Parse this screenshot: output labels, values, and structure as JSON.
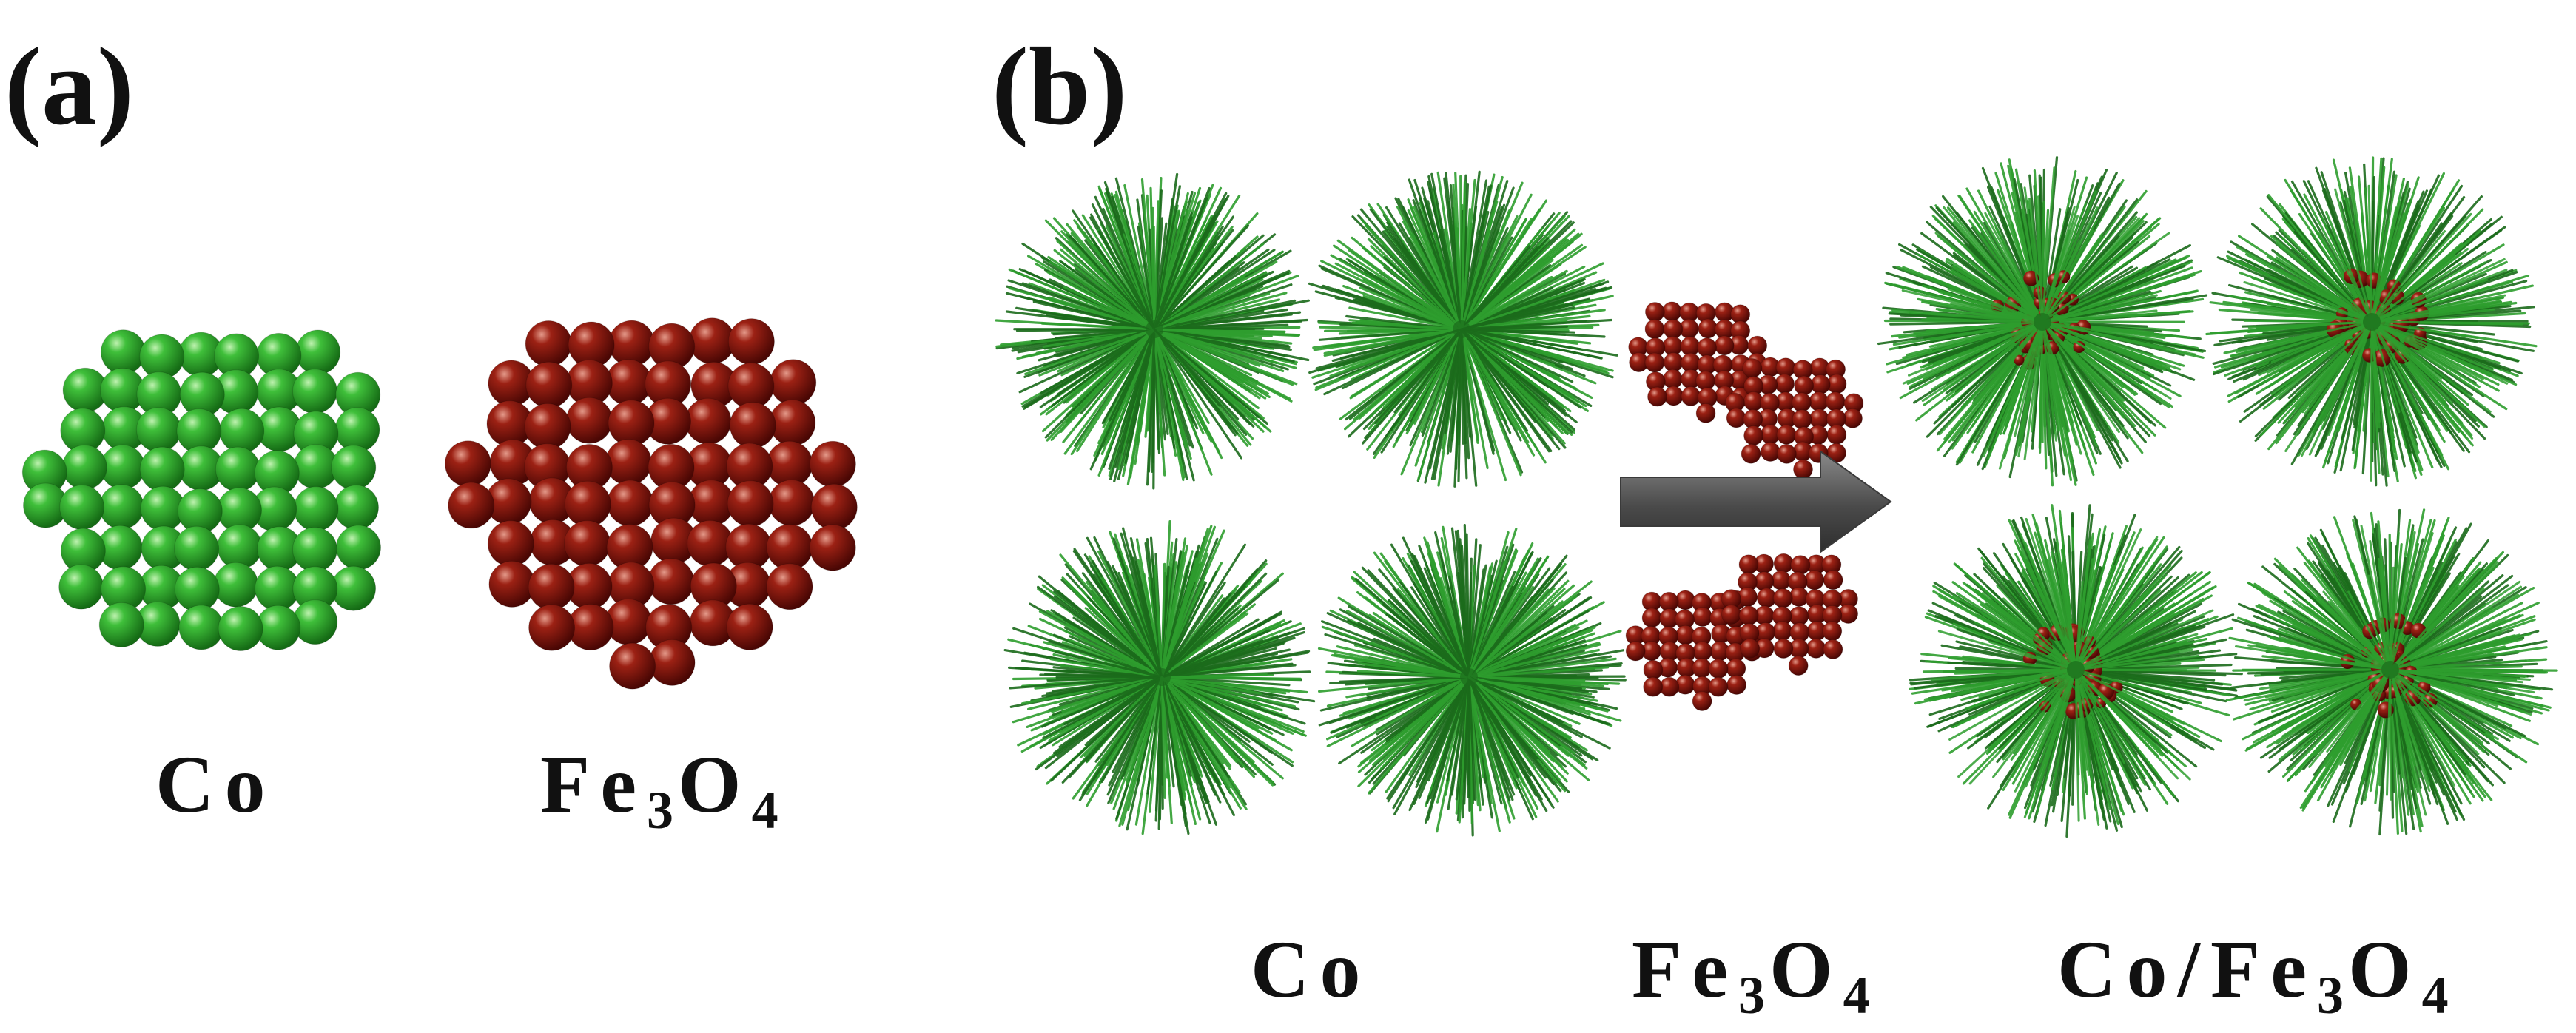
{
  "panels": {
    "a": {
      "label": "(a)",
      "captions": {
        "co": "Co",
        "fe3o4": {
          "base": "Fe",
          "sub1": "3",
          "mid": "O",
          "sub2": "4"
        }
      }
    },
    "b": {
      "label": "(b)",
      "captions": {
        "co": "Co",
        "fe3o4": {
          "base": "Fe",
          "sub1": "3",
          "mid": "O",
          "sub2": "4"
        },
        "composite": {
          "base": "Co/Fe",
          "sub1": "3",
          "mid": "O",
          "sub2": "4"
        }
      }
    }
  },
  "colors": {
    "cobalt": "#2e9e2e",
    "cobalt_dark": "#1b6b1b",
    "magnetite": "#8b1a10",
    "magnetite_dark": "#5a0c06",
    "arrow": "#555555"
  },
  "icons": [
    "co-nanoparticle-sphere",
    "fe3o4-nanoparticle-sphere",
    "co-urchin-cluster",
    "fe3o4-small-cluster",
    "process-arrow",
    "co-fe3o4-composite"
  ]
}
